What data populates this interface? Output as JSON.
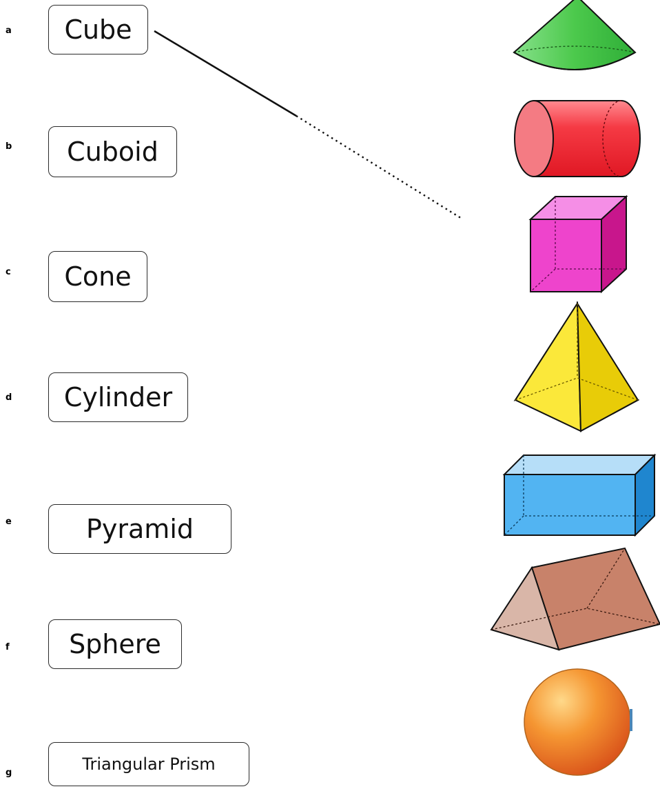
{
  "items": [
    {
      "letter": "a",
      "word": "Cube"
    },
    {
      "letter": "b",
      "word": "Cuboid"
    },
    {
      "letter": "c",
      "word": "Cone"
    },
    {
      "letter": "d",
      "word": "Cylinder"
    },
    {
      "letter": "e",
      "word": "Pyramid"
    },
    {
      "letter": "f",
      "word": "Sphere"
    },
    {
      "letter": "g",
      "word": "Triangular Prism"
    }
  ],
  "shapes": [
    {
      "icon": "cone-icon",
      "color": "#4cc94c"
    },
    {
      "icon": "cylinder-icon",
      "color": "#f0303a"
    },
    {
      "icon": "cube-icon",
      "color": "#ee44cc"
    },
    {
      "icon": "pyramid-icon",
      "color": "#f6e020"
    },
    {
      "icon": "cuboid-icon",
      "color": "#52b4f2"
    },
    {
      "icon": "triangular-prism-icon",
      "color": "#c8826a"
    },
    {
      "icon": "sphere-icon",
      "color": "#f07a1c"
    }
  ]
}
